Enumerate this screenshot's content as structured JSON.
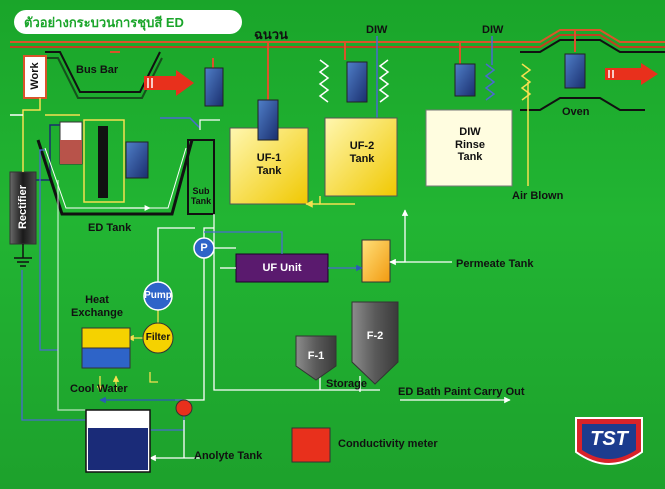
{
  "title": "ตัวอย่างกระบวนการชุบสี ED",
  "labels": {
    "work": "Work",
    "bus_bar": "Bus Bar",
    "chanuan": "ฉนวน",
    "diw_left": "DIW",
    "diw_right": "DIW",
    "rectifier": "Rectifier",
    "ed_tank": "ED Tank",
    "sub_tank": "Sub Tank",
    "uf1_tank": "UF-1 Tank",
    "uf2_tank": "UF-2 Tank",
    "diw_rinse_tank": "DIW Rinse Tank",
    "air_blown": "Air Blown",
    "oven": "Oven",
    "pump_p": "P",
    "uf_unit": "UF Unit",
    "permeate_tank": "Permeate Tank",
    "pump": "Pump",
    "heat_exchange": "Heat Exchange",
    "filter": "Filter",
    "cool_water": "Cool Water",
    "f1": "F-1",
    "f2": "F-2",
    "storage": "Storage",
    "carry_out": "ED Bath Paint Carry Out",
    "conductivity_meter": "Conductivity meter",
    "anolyte_tank": "Anolyte Tank",
    "logo": "TST"
  },
  "colors": {
    "background": "#1fae30",
    "uf_tank_fill": "#f5dd3c",
    "rinse_tank_fill": "#fffde0",
    "uf_unit_fill": "#5a1a6e",
    "pump_fill": "#2e64c8",
    "filter_fill": "#f5d200",
    "conductivity_fill": "#e8301c",
    "anolyte_fill": "#1a2b78",
    "rail": "#d9542a",
    "arrow": "#e8301c"
  }
}
